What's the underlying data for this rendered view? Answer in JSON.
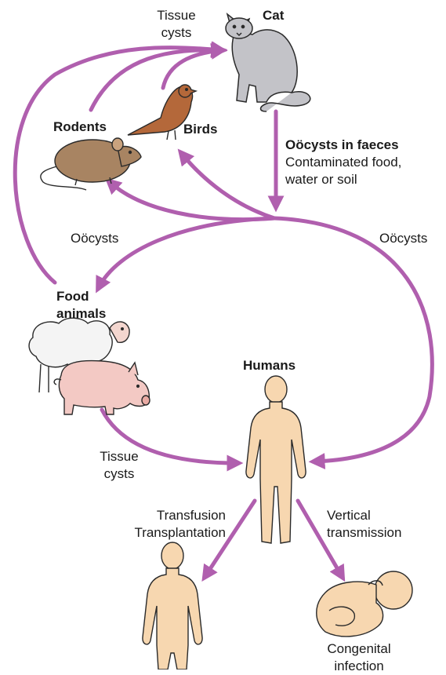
{
  "labels": {
    "cat": "Cat",
    "tissue_cysts_top": [
      "Tissue",
      "cysts"
    ],
    "rodents": "Rodents",
    "birds": "Birds",
    "oocysts_in_faeces": "Oöcysts in faeces",
    "contaminated": [
      "Contaminated food,",
      "water or soil"
    ],
    "oocysts_left": "Oöcysts",
    "oocysts_right": "Oöcysts",
    "food_animals": [
      "Food",
      "animals"
    ],
    "humans": "Humans",
    "tissue_cysts_bottom": [
      "Tissue",
      "cysts"
    ],
    "transfusion": [
      "Transfusion",
      "Transplantation"
    ],
    "vertical": [
      "Vertical",
      "transmission"
    ],
    "congenital": [
      "Congenital",
      "infection"
    ]
  },
  "colors": {
    "arrow": "#b05fae",
    "cat_fur": "#c3c3c8",
    "rodent_fur": "#a88462",
    "bird_body": "#b4683a",
    "sheep_wool": "#f4f4f4",
    "pig_skin": "#f3c9c4",
    "human_skin": "#f7d7b0",
    "outline": "#2a2a2a"
  },
  "icons": [
    "cat-icon",
    "rodent-icon",
    "bird-icon",
    "sheep-icon",
    "pig-icon",
    "human-icon",
    "baby-icon"
  ]
}
